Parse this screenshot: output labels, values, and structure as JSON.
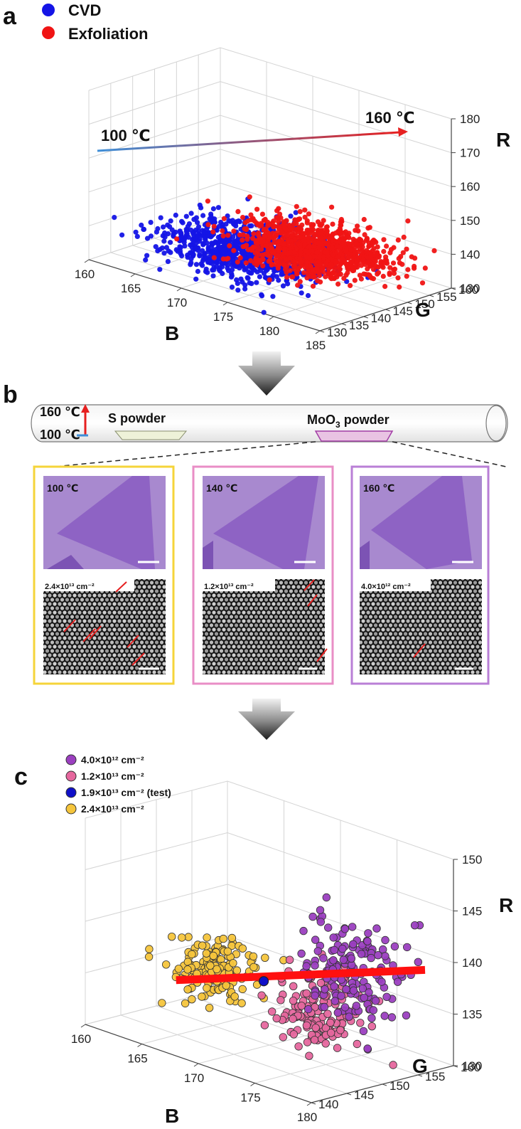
{
  "chart_data": [
    {
      "type": "scatter",
      "panel": "a",
      "series": [
        {
          "name": "CVD",
          "color": "#1414e6",
          "center": {
            "B": 170,
            "G": 145,
            "R": 135
          },
          "spread": {
            "B": 4,
            "G": 5,
            "R": 2.5
          },
          "count": 900
        },
        {
          "name": "Exfoliation",
          "color": "#f01414",
          "center": {
            "B": 176,
            "G": 148,
            "R": 139
          },
          "spread": {
            "B": 3.5,
            "G": 4.5,
            "R": 2.5
          },
          "count": 1100
        }
      ],
      "xlabel": "B",
      "ylabel": "G",
      "zlabel": "R",
      "xlim": [
        160,
        185
      ],
      "ylim": [
        130,
        160
      ],
      "zlim": [
        130,
        180
      ],
      "xticks": [
        "160",
        "165",
        "170",
        "175",
        "180",
        "185"
      ],
      "yticks": [
        "130",
        "135",
        "140",
        "145",
        "150",
        "155",
        "160"
      ],
      "zticks": [
        "130",
        "140",
        "150",
        "160",
        "170",
        "180"
      ],
      "annotation": {
        "start_label": "100 ℃",
        "end_label": "160 ℃"
      },
      "grid": true,
      "legend": "top-left"
    },
    {
      "type": "scatter",
      "panel": "c",
      "series": [
        {
          "name": "4.0×10¹² cm⁻²",
          "color": "#9b3fc0",
          "center": {
            "B": 176,
            "G": 152,
            "R": 139
          },
          "spread": {
            "B": 1.8,
            "G": 2,
            "R": 2.5
          },
          "count": 170
        },
        {
          "name": "1.2×10¹³ cm⁻²",
          "color": "#e6679e",
          "center": {
            "B": 175,
            "G": 149,
            "R": 135
          },
          "spread": {
            "B": 1.6,
            "G": 2,
            "R": 1.8
          },
          "count": 140
        },
        {
          "name": "1.9×10¹³ cm⁻² (test)",
          "color": "#1010c8",
          "point": {
            "B": 169.5,
            "G": 150,
            "R": 136
          }
        },
        {
          "name": "2.4×10¹³ cm⁻²",
          "color": "#f5c53c",
          "center": {
            "B": 166,
            "G": 149,
            "R": 136
          },
          "spread": {
            "B": 1.6,
            "G": 2,
            "R": 1.6
          },
          "count": 150
        }
      ],
      "fit_line": {
        "from": {
          "B": 163,
          "G": 148,
          "R": 134
        },
        "to": {
          "B": 180,
          "G": 156,
          "R": 140
        },
        "color": "#ff1010"
      },
      "xlabel": "B",
      "ylabel": "G",
      "zlabel": "R",
      "xlim": [
        160,
        180
      ],
      "ylim": [
        140,
        160
      ],
      "zlim": [
        130,
        150
      ],
      "xticks": [
        "160",
        "165",
        "170",
        "175",
        "180"
      ],
      "yticks": [
        "140",
        "145",
        "150",
        "155",
        "160"
      ],
      "zticks": [
        "130",
        "135",
        "140",
        "145",
        "150"
      ],
      "grid": true,
      "legend": "top-left"
    }
  ],
  "panels": {
    "a": "a",
    "b": "b",
    "c": "c"
  },
  "legend_a": [
    "CVD",
    "Exfoliation"
  ],
  "legend_c": [
    "4.0×10¹² cm⁻²",
    "1.2×10¹³ cm⁻²",
    "1.9×10¹³ cm⁻² (test)",
    "2.4×10¹³ cm⁻²"
  ],
  "furnace": {
    "temp_high": "160 ℃",
    "temp_low": "100 ℃",
    "s_powder": "S powder",
    "moo3_powder": "MoO",
    "moo3_sub": "3",
    "moo3_suffix": " powder"
  },
  "samples": [
    {
      "temperature": "100 ℃",
      "density": "2.4×10¹³ cm⁻²",
      "frame_color": "#f5d43a"
    },
    {
      "temperature": "140 ℃",
      "density": "1.2×10¹³ cm⁻²",
      "frame_color": "#e98ec6"
    },
    {
      "temperature": "160 ℃",
      "density": "4.0×10¹² cm⁻²",
      "frame_color": "#b97fd6"
    }
  ],
  "colors": {
    "cvd": "#1414e6",
    "exfoliation": "#f01414",
    "arrow_start": "#3f8fd8",
    "arrow_end": "#e62020",
    "flake_bg": "#a889cf",
    "flake": "#8e63c4"
  }
}
